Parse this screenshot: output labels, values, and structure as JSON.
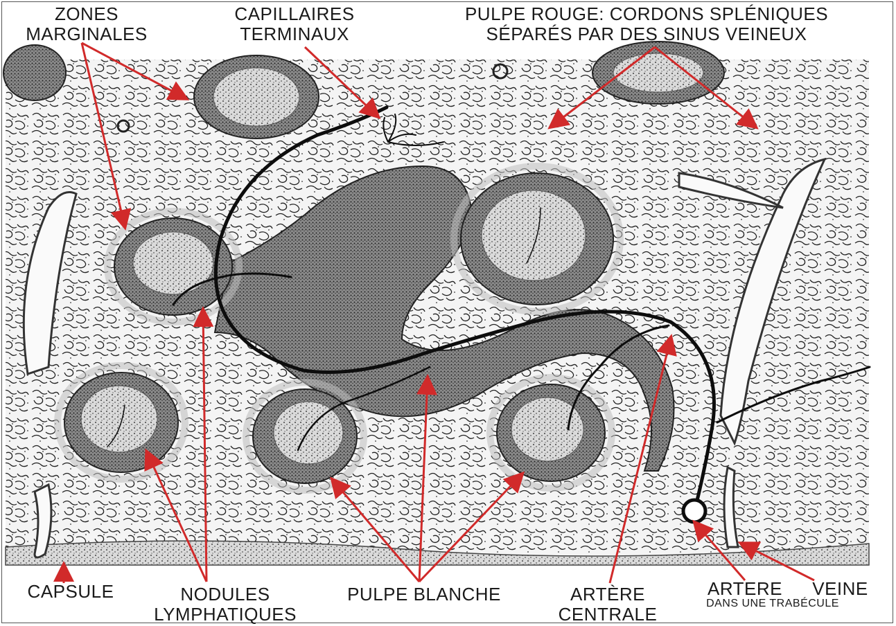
{
  "colors": {
    "arrow": "#d12a2a",
    "ink": "#111111",
    "white_pulp": "#8e8e8e",
    "germinal": "#d6d6d6"
  },
  "labels": {
    "zones": {
      "l1": "ZONES",
      "l2": "MARGINALES"
    },
    "capillaires": {
      "l1": "CAPILLAIRES",
      "l2": "TERMINAUX"
    },
    "pulpe_rouge": {
      "l1": "PULPE ROUGE: CORDONS SPLÉNIQUES",
      "l2": "SÉPARÉS PAR DES SINUS VEINEUX"
    },
    "capsule": "CAPSULE",
    "nodules": {
      "l1": "NODULES",
      "l2": "LYMPHATIQUES"
    },
    "pulpe_blanche": "PULPE BLANCHE",
    "artere_centrale": {
      "l1": "ARTÈRE",
      "l2": "CENTRALE"
    },
    "artere": "ARTERE",
    "veine": "VEINE",
    "trabecule": "DANS UNE TRABÉCULE"
  }
}
